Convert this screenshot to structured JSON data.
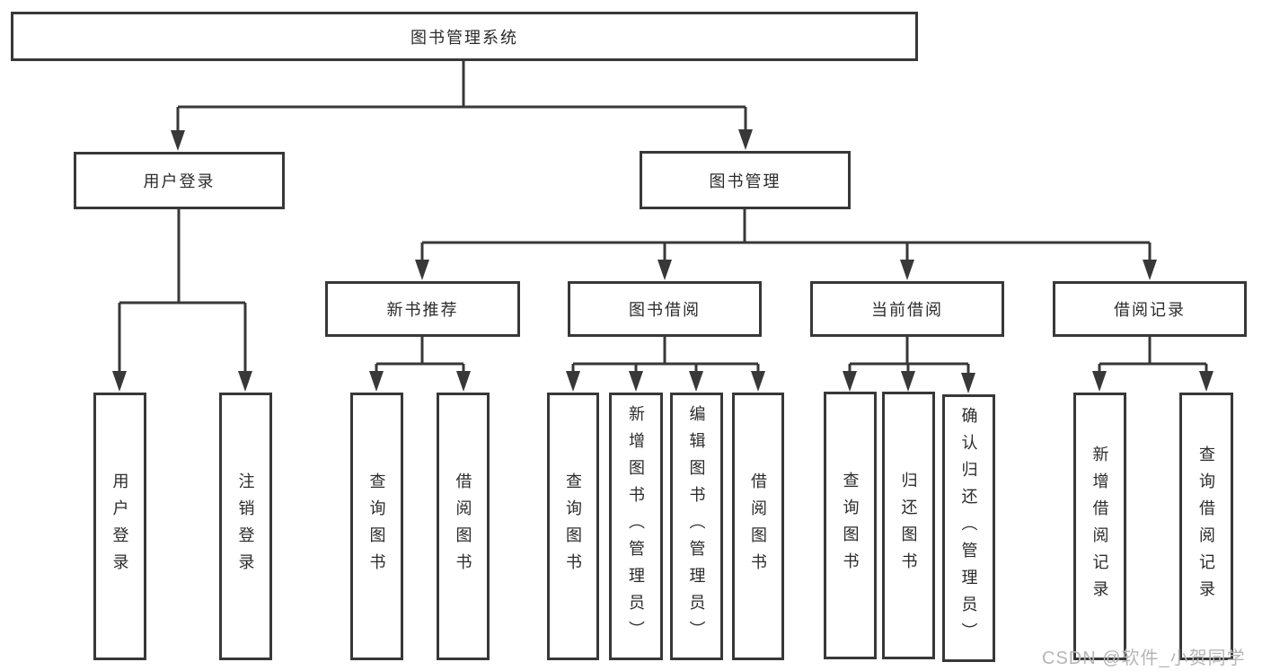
{
  "colors": {
    "line": "#383838",
    "box_border": "#383838",
    "box_background": "#ffffff",
    "text": "#2b2b2b",
    "watermark": "#b5b5b5"
  },
  "tree": {
    "root": "图书管理系统",
    "branches": [
      {
        "label": "用户登录",
        "children": [
          "用户登录",
          "注销登录"
        ]
      },
      {
        "label": "图书管理",
        "children": [
          {
            "label": "新书推荐",
            "children": [
              "查询图书",
              "借阅图书"
            ]
          },
          {
            "label": "图书借阅",
            "children": [
              "查询图书",
              "新增图书（管理员）",
              "编辑图书（管理员）",
              "借阅图书"
            ]
          },
          {
            "label": "当前借阅",
            "children": [
              "查询图书",
              "归还图书",
              "确认归还（管理员）"
            ]
          },
          {
            "label": "借阅记录",
            "children": [
              "新增借阅记录",
              "查询借阅记录"
            ]
          }
        ]
      }
    ]
  },
  "watermark": "CSDN @软件_小贺同学"
}
